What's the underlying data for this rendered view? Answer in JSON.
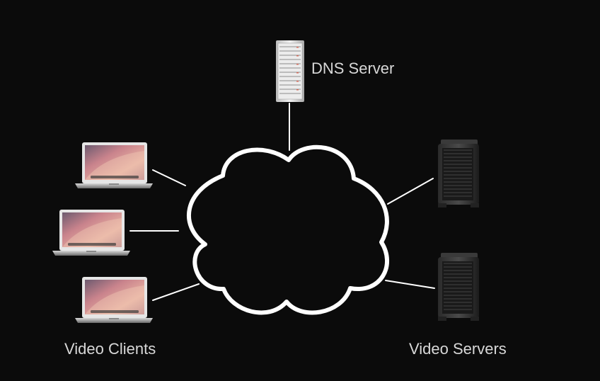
{
  "slide": {
    "background_color": "#0b0b0b",
    "line_color": "#ffffff"
  },
  "labels": {
    "dns_server": "DNS Server",
    "video_clients": "Video Clients",
    "video_servers": "Video Servers"
  },
  "nodes": {
    "dns": {
      "icon": "rack-server-icon"
    },
    "clients": [
      {
        "icon": "laptop-icon"
      },
      {
        "icon": "laptop-icon"
      },
      {
        "icon": "laptop-icon"
      }
    ],
    "servers": [
      {
        "icon": "tower-server-icon"
      },
      {
        "icon": "tower-server-icon"
      }
    ],
    "network": {
      "icon": "cloud-icon"
    }
  }
}
